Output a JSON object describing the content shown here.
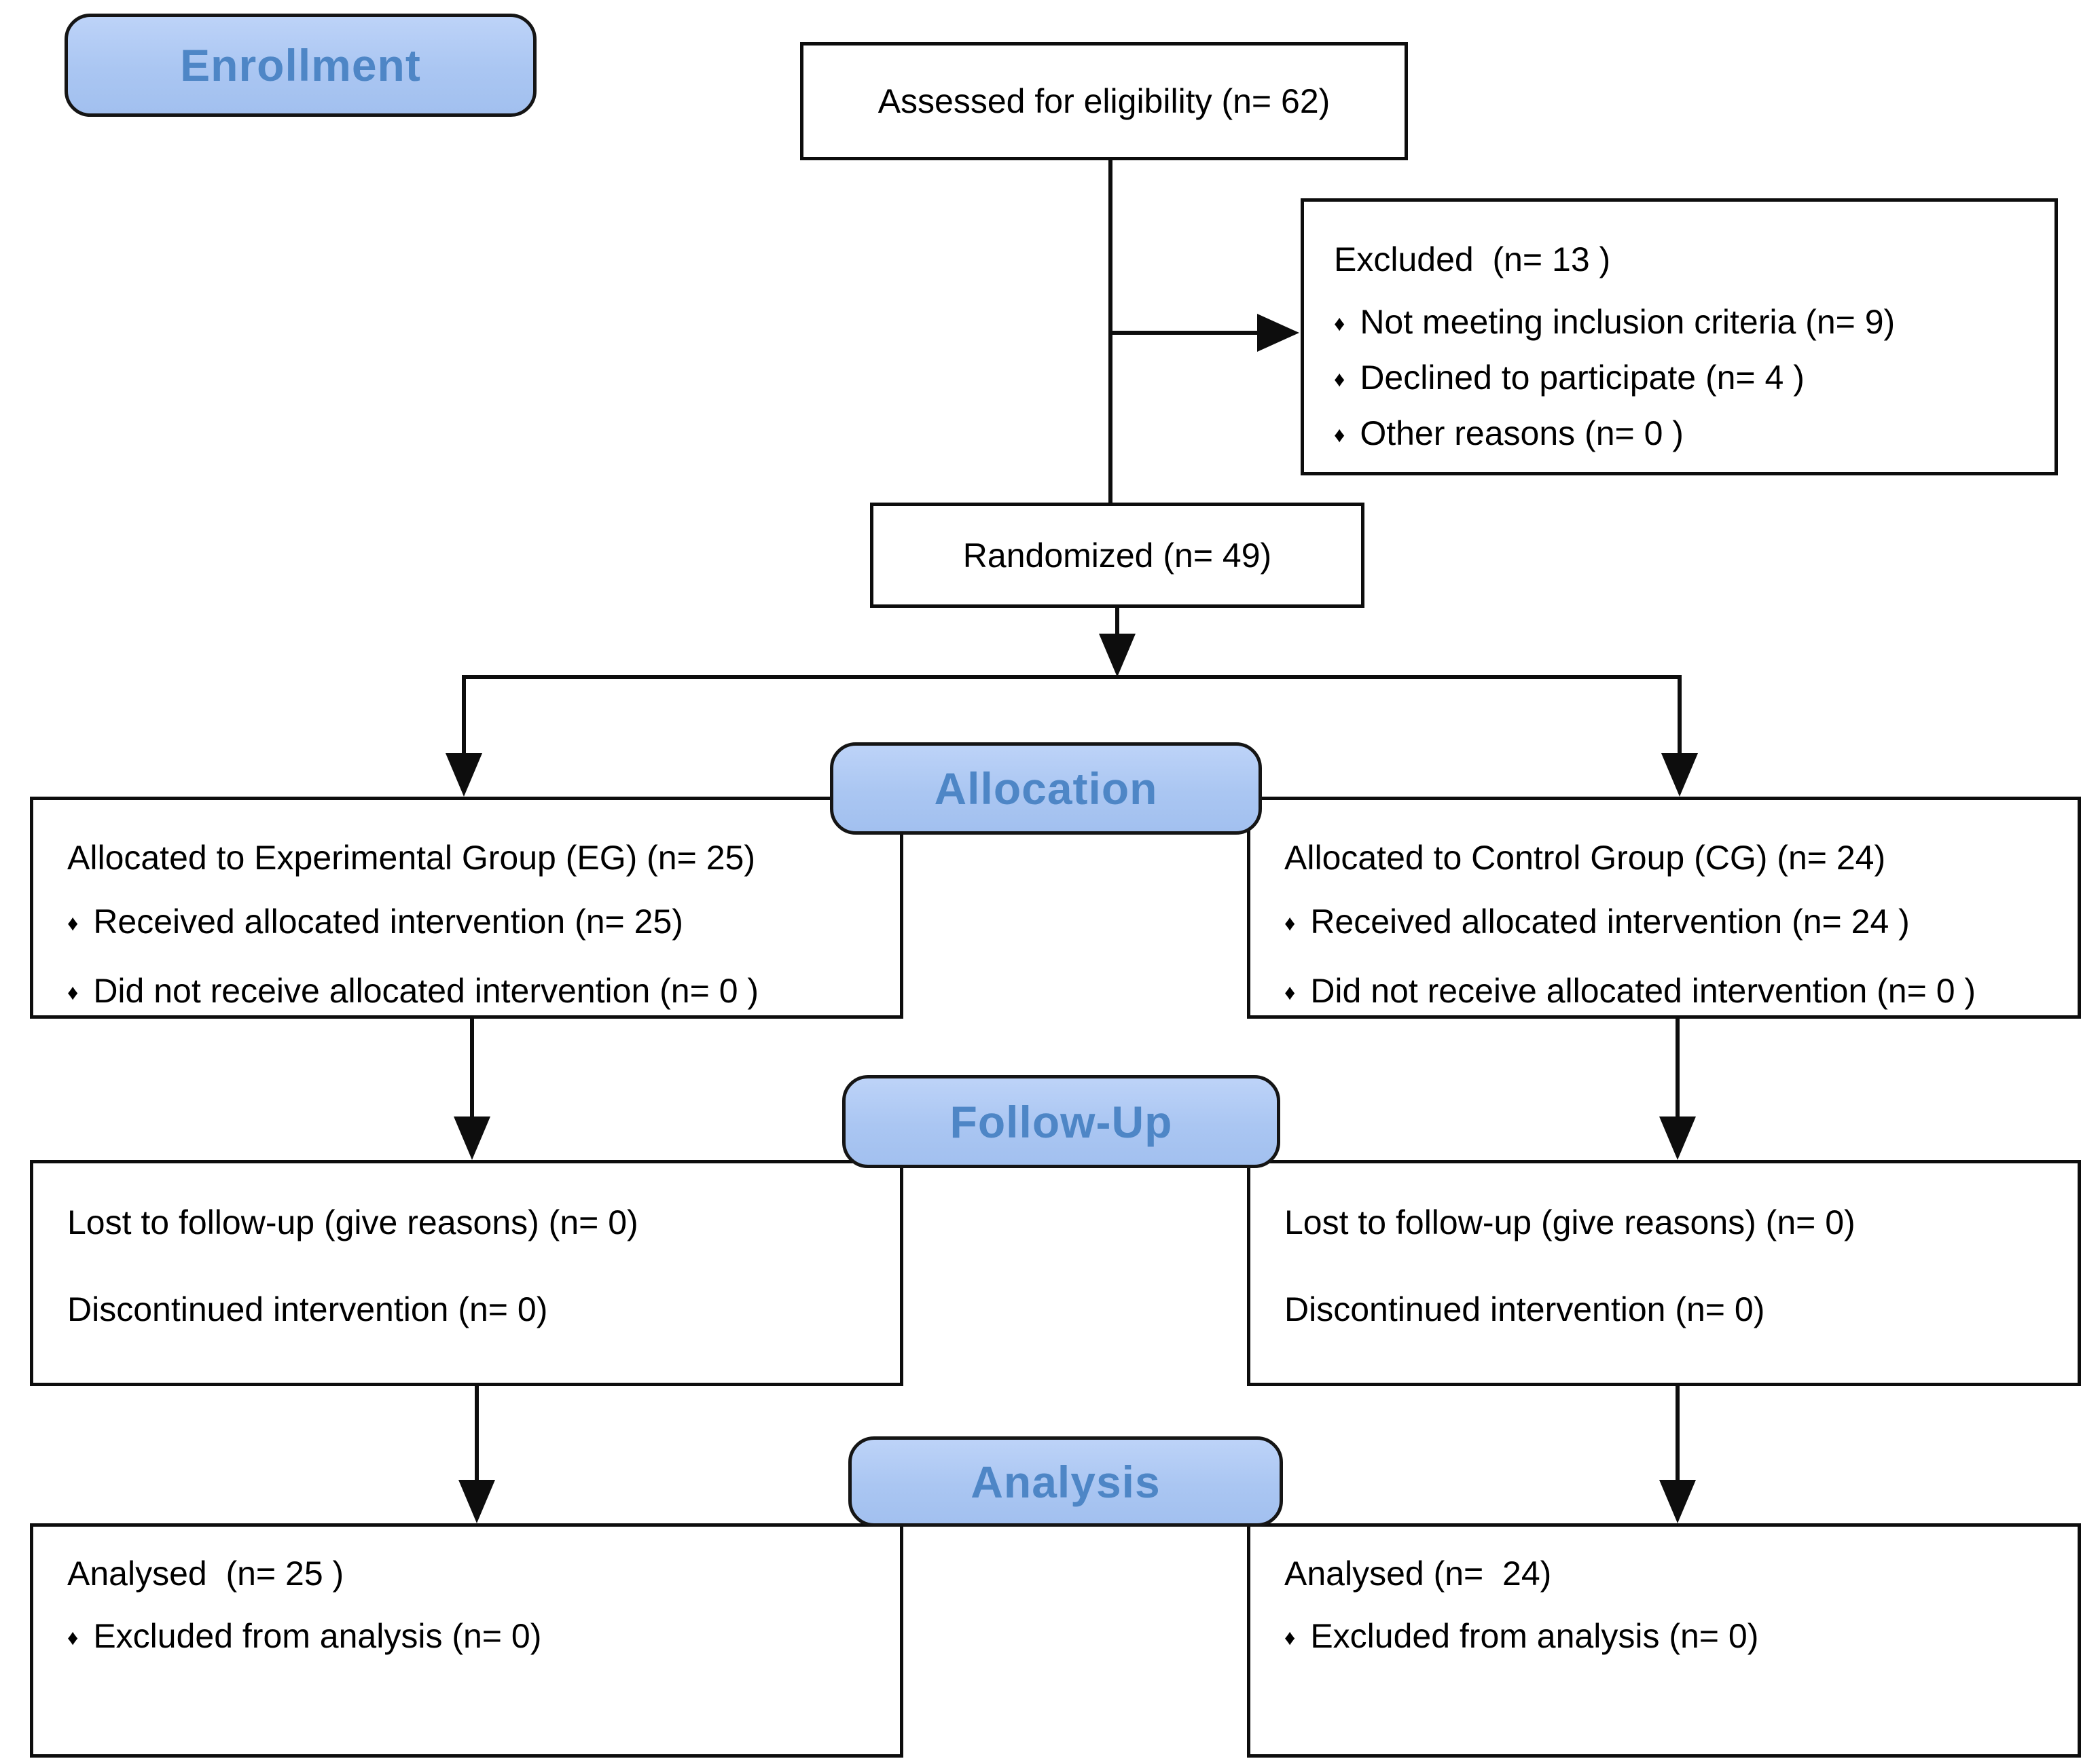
{
  "diagram": {
    "bullet": "♦",
    "stage_labels": {
      "enrollment": "Enrollment",
      "allocation": "Allocation",
      "followup": "Follow-Up",
      "analysis": "Analysis"
    },
    "boxes": {
      "assessed": {
        "text": "Assessed for eligibility (n= 62)"
      },
      "excluded": {
        "title": "Excluded  (n= 13 )",
        "items": [
          "Not meeting inclusion criteria (n= 9)",
          "Declined to participate (n= 4 )",
          "Other reasons (n= 0 )"
        ]
      },
      "randomized": {
        "text": "Randomized (n= 49)"
      },
      "allocation_experimental": {
        "title": "Allocated to Experimental Group (EG) (n= 25)",
        "items": [
          "Received allocated intervention (n= 25)",
          "Did not receive allocated intervention (n= 0 )"
        ]
      },
      "allocation_control": {
        "title": "Allocated to Control Group (CG) (n= 24)",
        "items": [
          "Received allocated intervention (n= 24 )",
          "Did not receive allocated intervention (n= 0 )"
        ]
      },
      "followup_experimental": {
        "lines": [
          "Lost to follow-up (give reasons) (n= 0)",
          "Discontinued intervention (n= 0)"
        ]
      },
      "followup_control": {
        "lines": [
          "Lost to follow-up (give reasons) (n= 0)",
          "Discontinued intervention (n= 0)"
        ]
      },
      "analysis_experimental": {
        "title": "Analysed  (n= 25 )",
        "items": [
          "Excluded from analysis (n= 0)"
        ]
      },
      "analysis_control": {
        "title": "Analysed (n=  24)",
        "items": [
          "Excluded from analysis (n= 0)"
        ]
      }
    },
    "colors": {
      "label_fill": "#aac6f2",
      "label_text": "#4e86c6",
      "box_border": "#0d0d0d"
    }
  }
}
